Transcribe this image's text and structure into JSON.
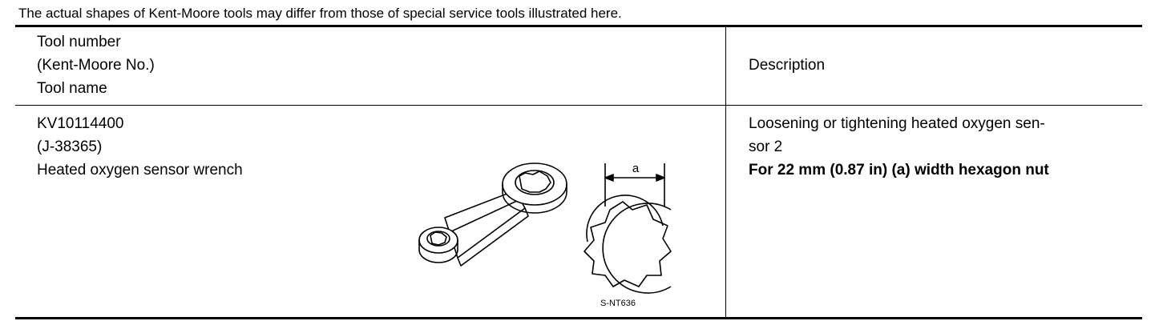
{
  "note": "The actual shapes of Kent-Moore tools may differ from those of special service tools illustrated here.",
  "table": {
    "header": {
      "tool_lines": [
        "Tool number",
        "(Kent-Moore No.)",
        "Tool name"
      ],
      "description": "Description"
    },
    "row": {
      "tool_number": "KV10114400",
      "kent_moore_no": "(J-38365)",
      "tool_name": "Heated oxygen sensor wrench",
      "description_lines": [
        "Loosening or tightening heated oxygen sen-",
        "sor 2"
      ],
      "description_bold": "For 22 mm (0.87 in) (a) width hexagon nut",
      "illustration": {
        "dimension_label": "a",
        "figure_code": "S-NT636",
        "icon": "wrench-illustration"
      }
    }
  }
}
